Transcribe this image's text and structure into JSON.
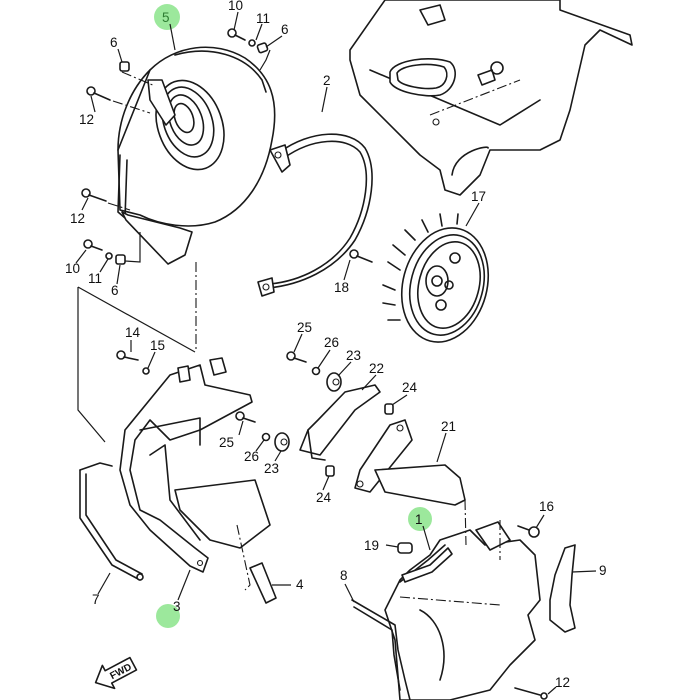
{
  "diagram": {
    "title": "Exploded parts diagram — fan housing, starter and air shroud assembly",
    "highlight_color": "#7be07b",
    "line_color": "#1a1a1a",
    "highlighted_parts": [
      "5",
      "3",
      "1"
    ],
    "callouts": [
      {
        "id": "c5",
        "label": "5"
      },
      {
        "id": "c10a",
        "label": "10"
      },
      {
        "id": "c11a",
        "label": "11"
      },
      {
        "id": "c6a",
        "label": "6"
      },
      {
        "id": "c6b",
        "label": "6"
      },
      {
        "id": "c12a",
        "label": "12"
      },
      {
        "id": "c2",
        "label": "2"
      },
      {
        "id": "c12b",
        "label": "12"
      },
      {
        "id": "c17",
        "label": "17"
      },
      {
        "id": "c10b",
        "label": "10"
      },
      {
        "id": "c11b",
        "label": "11"
      },
      {
        "id": "c6c",
        "label": "6"
      },
      {
        "id": "c18",
        "label": "18"
      },
      {
        "id": "c14",
        "label": "14"
      },
      {
        "id": "c15",
        "label": "15"
      },
      {
        "id": "c25a",
        "label": "25"
      },
      {
        "id": "c26a",
        "label": "26"
      },
      {
        "id": "c23a",
        "label": "23"
      },
      {
        "id": "c22",
        "label": "22"
      },
      {
        "id": "c24a",
        "label": "24"
      },
      {
        "id": "c21",
        "label": "21"
      },
      {
        "id": "c25b",
        "label": "25"
      },
      {
        "id": "c26b",
        "label": "26"
      },
      {
        "id": "c23b",
        "label": "23"
      },
      {
        "id": "c24b",
        "label": "24"
      },
      {
        "id": "c16",
        "label": "16"
      },
      {
        "id": "c1",
        "label": "1"
      },
      {
        "id": "c19",
        "label": "19"
      },
      {
        "id": "c9",
        "label": "9"
      },
      {
        "id": "c8",
        "label": "8"
      },
      {
        "id": "c7",
        "label": "7"
      },
      {
        "id": "c3",
        "label": "3"
      },
      {
        "id": "c4",
        "label": "4"
      },
      {
        "id": "c12c",
        "label": "12"
      }
    ],
    "direction_marker": {
      "label": "FWD",
      "icon": "forward-arrow-icon"
    }
  }
}
